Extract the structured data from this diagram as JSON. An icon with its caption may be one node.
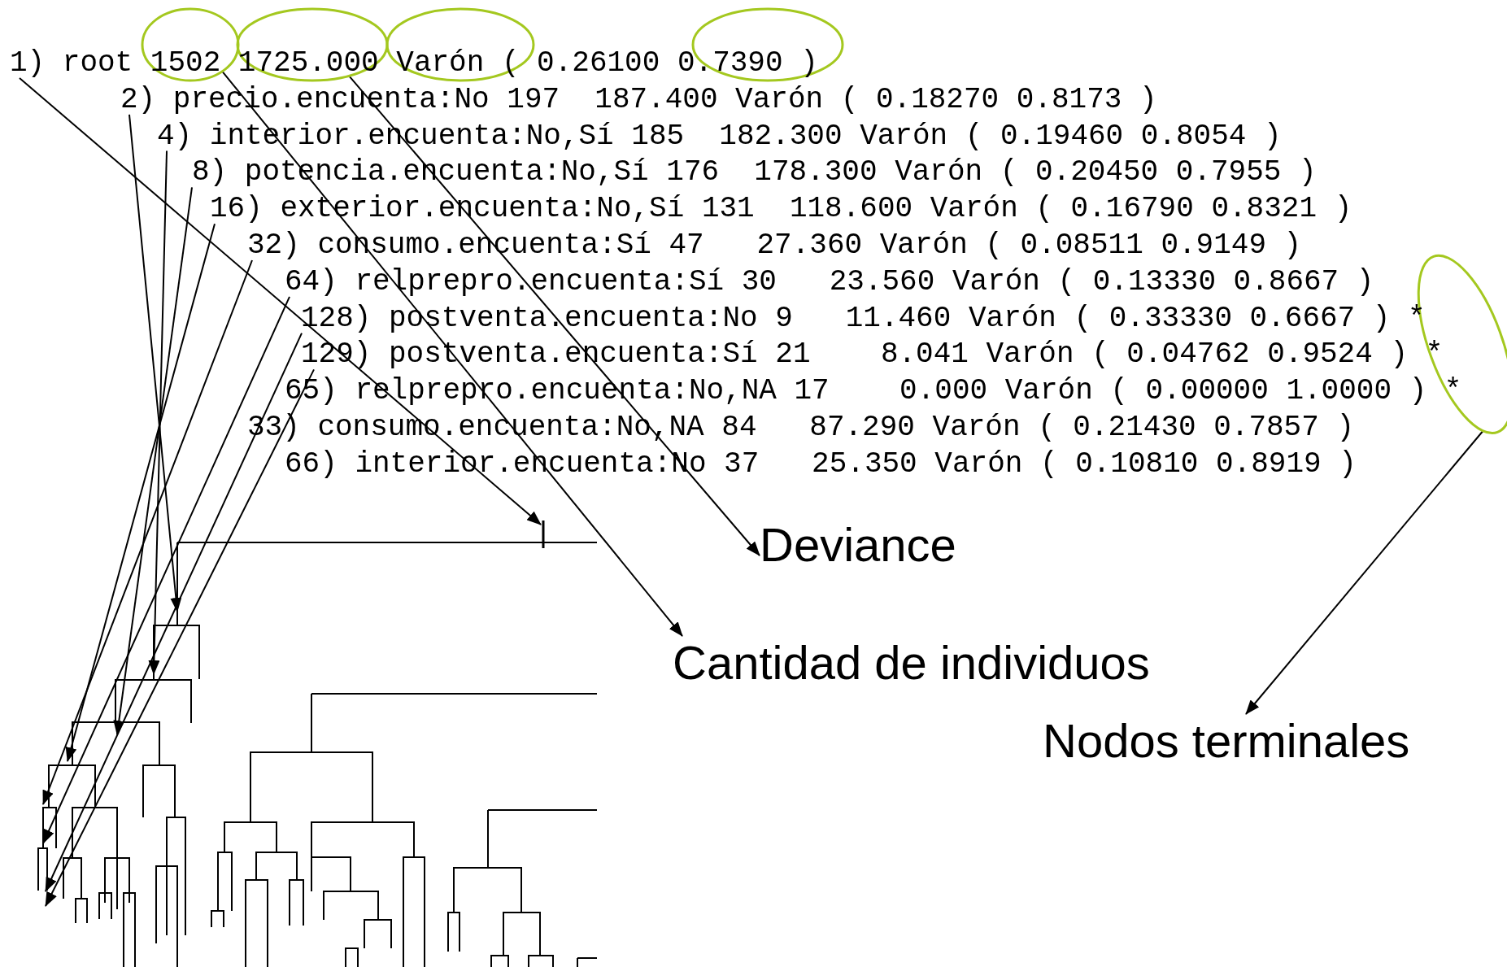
{
  "diagram": {
    "nodes": [
      {
        "text": [
          "1) root 1502 1725.000 Varón ( 0.26100 0.7390 )"
        ]
      },
      {
        "text": [
          "2) precio.encuenta:No 197  187.400 Varón ( 0.18270 0.8173 )"
        ]
      },
      {
        "text": [
          "4) interior.encuenta:No,Sí 185  182.300 Varón ( 0.19460 0.8054 )"
        ]
      },
      {
        "text": [
          "8) potencia.encuenta:No,Sí 176  178.300 Varón ( 0.20450 0.7955 )"
        ]
      },
      {
        "text": [
          "16) exterior.encuenta:No,Sí 131  118.600 Varón ( 0.16790 0.8321 )"
        ]
      },
      {
        "text": [
          "32) consumo.encuenta:Sí 47   27.360 Varón ( 0.08511 0.9149 )"
        ]
      },
      {
        "text": [
          "64) relprepro.encuenta:Sí 30   23.560 Varón ( 0.13330 0.8667 )"
        ]
      },
      {
        "text": [
          "128) postventa.encuenta:No 9   11.460 Varón ( 0.33330 0.6667 ) *"
        ]
      },
      {
        "text": [
          "129) postventa.encuenta:Sí 21    8.041 Varón ( 0.04762 0.9524 ) *"
        ]
      },
      {
        "text": [
          "65) relprepro.encuenta:No,NA 17    0.000 Varón ( 0.00000 1.0000 ) *"
        ]
      },
      {
        "text": [
          "33) consumo.encuenta:No,NA 84   87.290 Varón ( 0.21430 0.7857 )"
        ]
      },
      {
        "text": [
          "66) interior.encuenta:No 37   25.350 Varón ( 0.10810 0.8919 )"
        ]
      },
      {
        "text": [],
        "shape": "ellipse"
      },
      {
        "text": [],
        "shape": "ellipse"
      },
      {
        "text": [],
        "shape": "ellipse"
      },
      {
        "text": [],
        "shape": "bar"
      },
      {
        "text": [
          "Deviance"
        ]
      },
      {
        "text": [
          "Cantidad de individuos"
        ]
      },
      {
        "text": [
          "Nodos terminales"
        ]
      }
    ],
    "edges": [
      {
        "from": 0,
        "to": 15,
        "arrow": "to"
      },
      {
        "from": 1,
        "to": null,
        "arrow": "to"
      },
      {
        "from": 2,
        "to": null,
        "arrow": "to"
      },
      {
        "from": 3,
        "to": null,
        "arrow": "to"
      },
      {
        "from": 4,
        "to": null,
        "arrow": "to"
      },
      {
        "from": 5,
        "to": null,
        "arrow": "to"
      },
      {
        "from": 6,
        "to": null,
        "arrow": "to"
      },
      {
        "from": 7,
        "to": null,
        "arrow": "to"
      },
      {
        "from": 8,
        "to": null,
        "arrow": "to"
      },
      {
        "from": 12,
        "to": 17,
        "arrow": "to"
      },
      {
        "from": 13,
        "to": 16,
        "arrow": "to"
      },
      {
        "from": 14,
        "to": 18,
        "arrow": "to"
      }
    ]
  }
}
